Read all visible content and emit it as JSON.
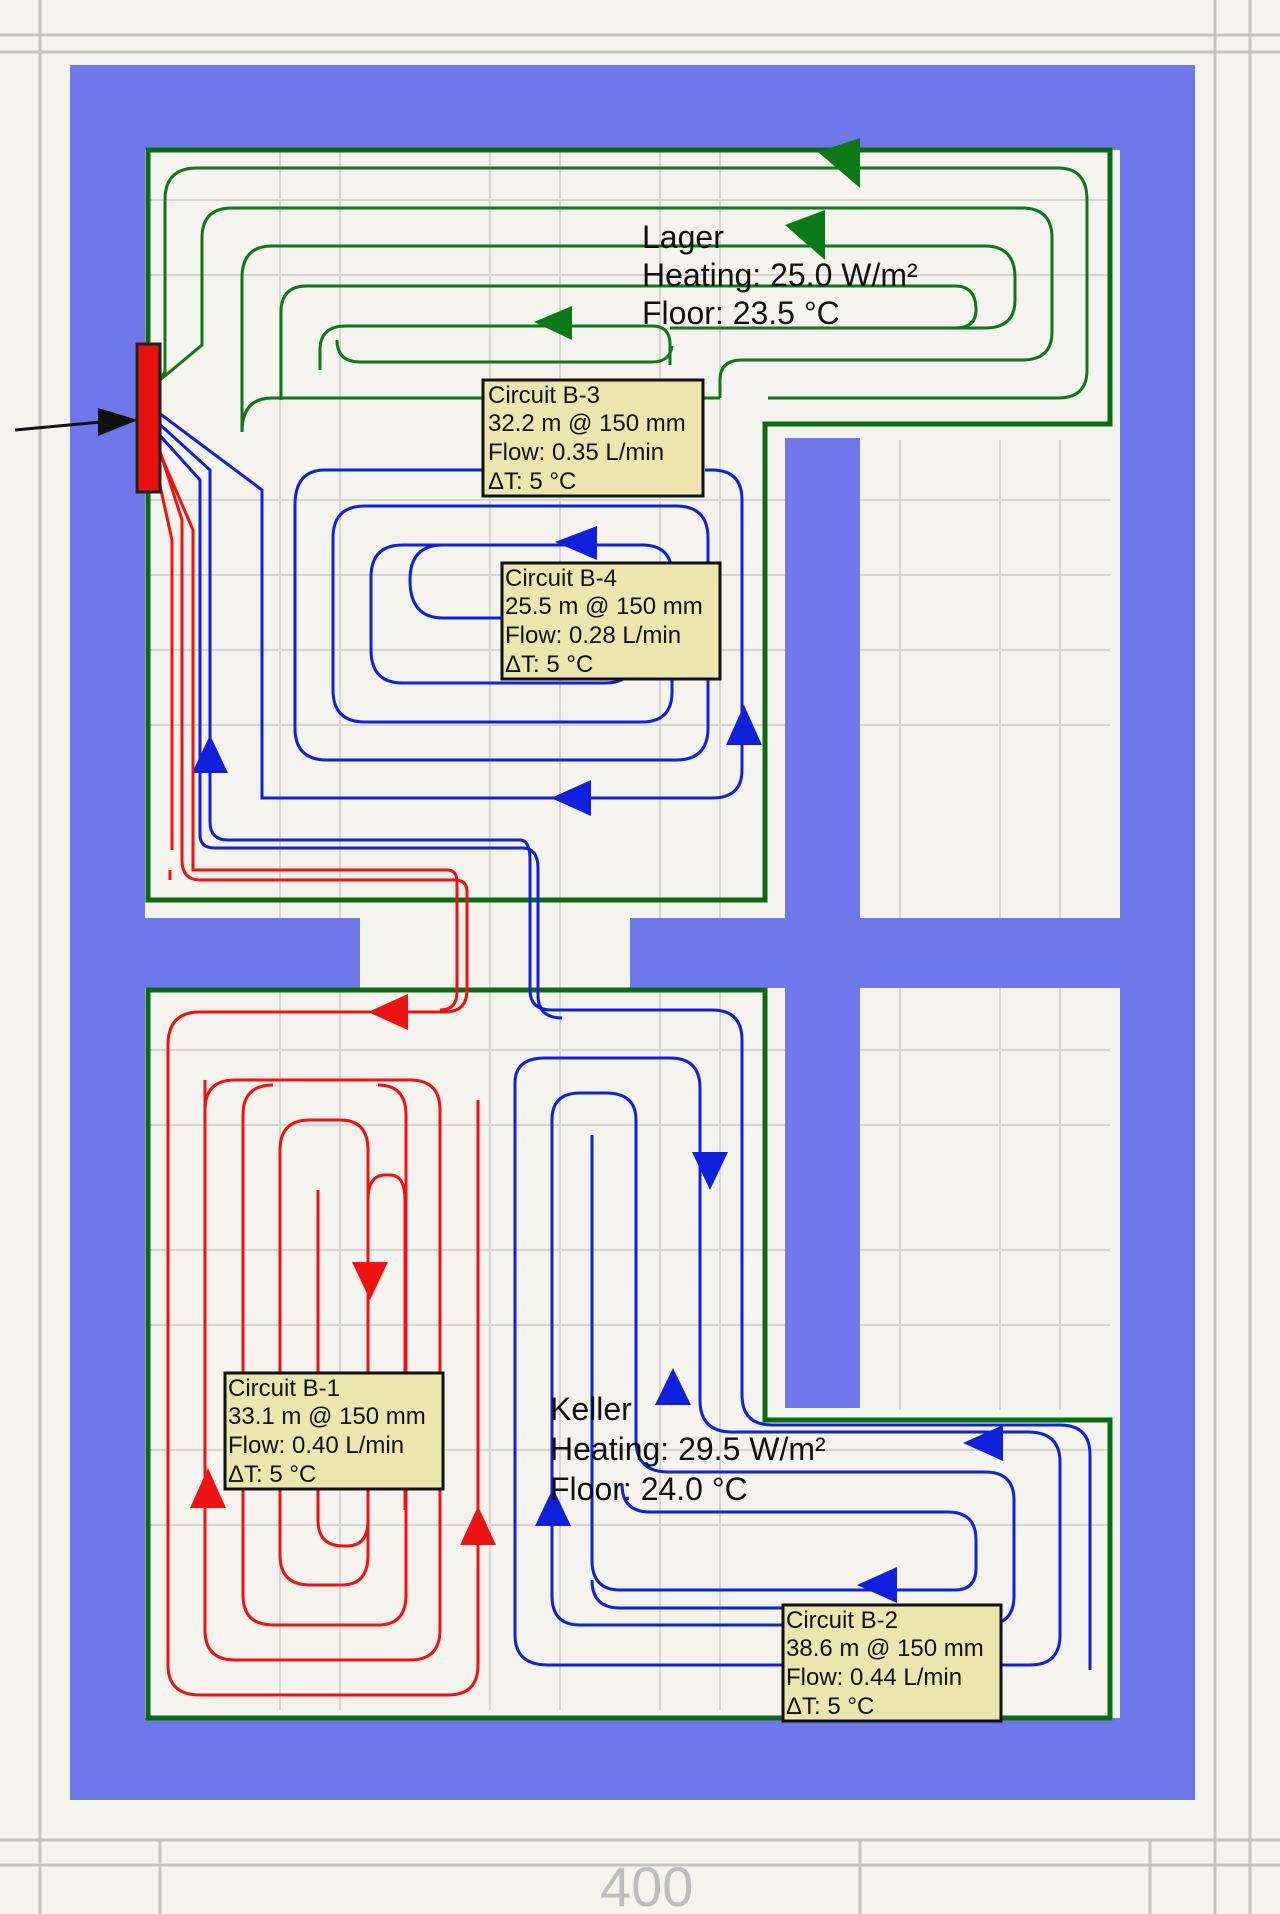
{
  "colors": {
    "wall": "#6f78ea",
    "zone_outline": "#0b6b13",
    "circuit_b3": "#0b7a16",
    "circuit_b4": "#1020dd",
    "circuit_b1": "#ee1212",
    "circuit_b2": "#1020dd",
    "manifold": "#e81010",
    "label_box": "#ebe6ad"
  },
  "rooms": [
    {
      "id": "lager",
      "name": "Lager",
      "heating": "Heating: 25.0 W/m²",
      "floor": "Floor: 23.5 °C"
    },
    {
      "id": "keller",
      "name": "Keller",
      "heating": "Heating: 29.5 W/m²",
      "floor": "Floor: 24.0 °C"
    }
  ],
  "circuits": [
    {
      "id": "b3",
      "name": "Circuit B-3",
      "length": "32.2 m @ 150 mm",
      "flow": "Flow: 0.35 L/min",
      "dt": "ΔT: 5 °C"
    },
    {
      "id": "b4",
      "name": "Circuit B-4",
      "length": "25.5 m @ 150 mm",
      "flow": "Flow: 0.28 L/min",
      "dt": "ΔT: 5 °C"
    },
    {
      "id": "b1",
      "name": "Circuit B-1",
      "length": "33.1 m @ 150 mm",
      "flow": "Flow: 0.40 L/min",
      "dt": "ΔT: 5 °C"
    },
    {
      "id": "b2",
      "name": "Circuit B-2",
      "length": "38.6 m @ 150 mm",
      "flow": "Flow: 0.44 L/min",
      "dt": "ΔT: 5 °C"
    }
  ],
  "dimension_label": "400"
}
